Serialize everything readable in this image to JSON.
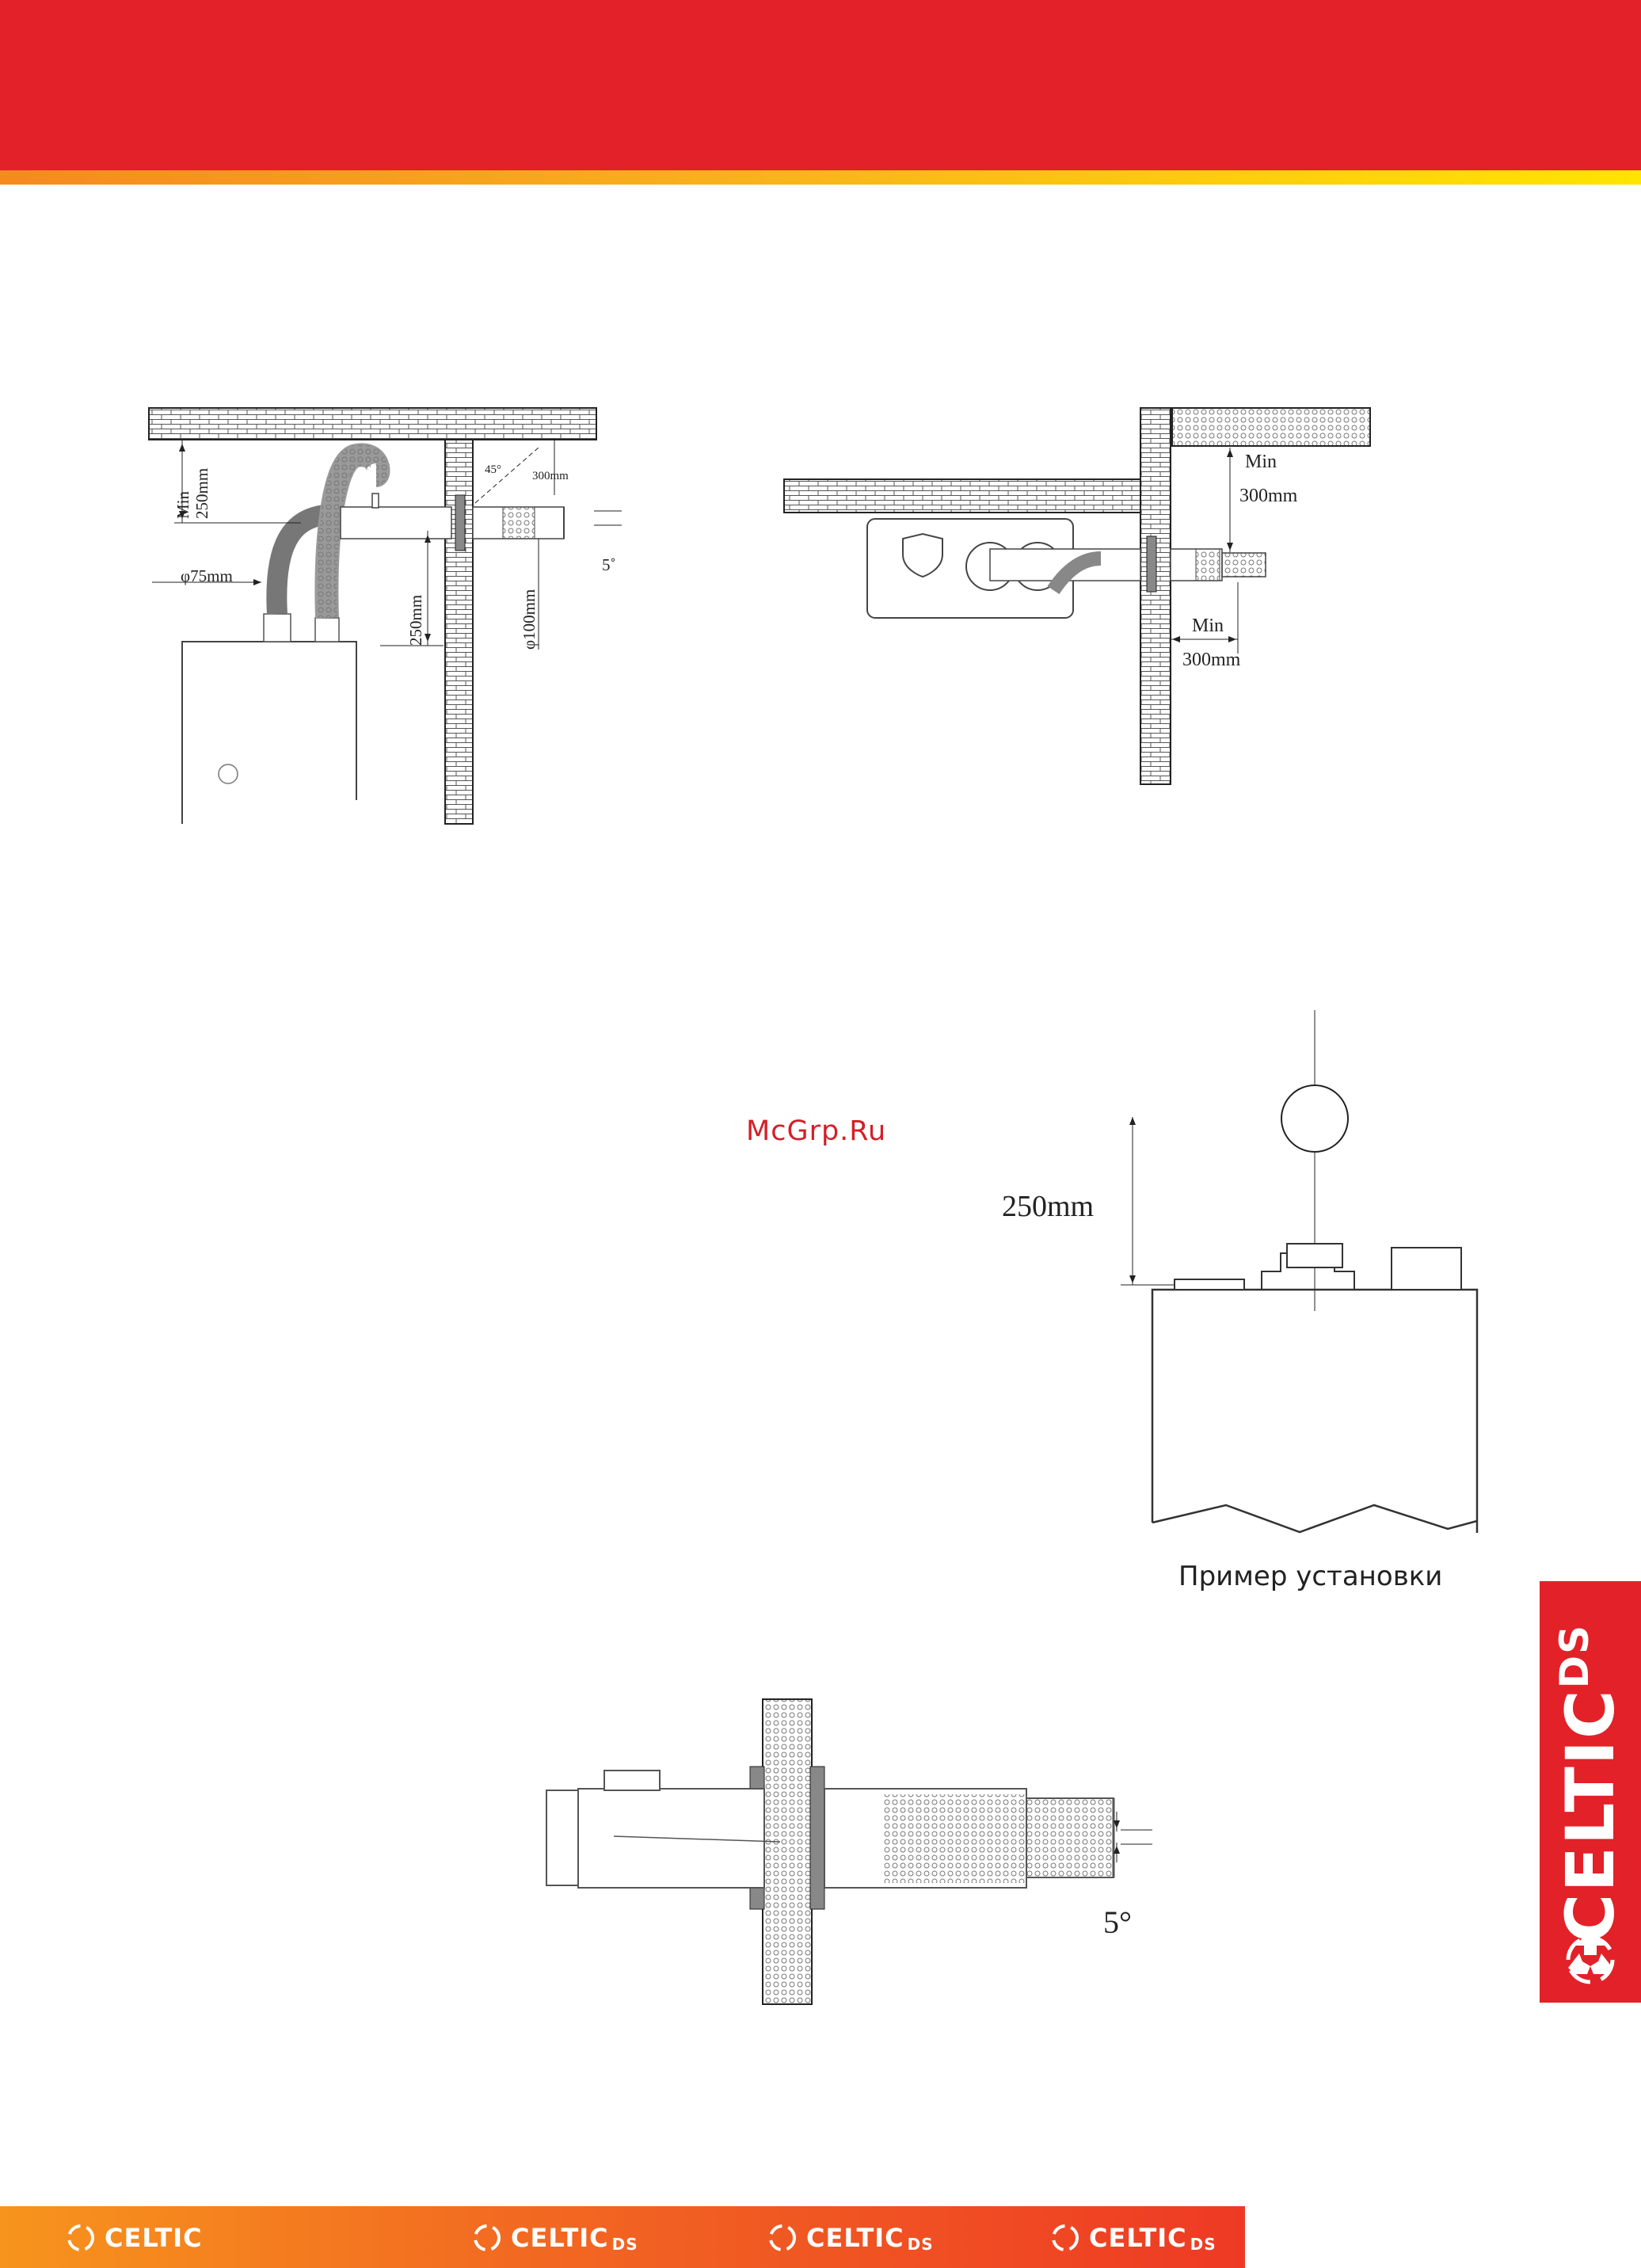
{
  "header": {
    "color": "#e32128",
    "stripe_colors": [
      "#f58a1f",
      "#ffe400"
    ]
  },
  "figure_left": {
    "labels": {
      "min": "Min",
      "min_height": "250mm",
      "angle": "45°",
      "distance": "300mm",
      "inlet_diam": "φ75mm",
      "height": "250mm",
      "outlet_diam": "φ100mm",
      "slope": "5˚"
    }
  },
  "figure_right": {
    "labels": {
      "min_top": "Min",
      "dist_top": "300mm",
      "min_bottom": "Min",
      "dist_bottom": "300mm"
    }
  },
  "figure_install": {
    "dimension": "250mm",
    "caption": "Пример установки"
  },
  "watermark": "McGrp.Ru",
  "figure_slope": {
    "angle": "5°"
  },
  "side_logo": {
    "brand": "CELTIC",
    "suffix": "DS",
    "color": "#e32128"
  },
  "footer": {
    "logos": [
      {
        "brand": "CELTIC",
        "suffix": ""
      },
      {
        "brand": "CELTIC",
        "suffix": "DS"
      },
      {
        "brand": "CELTIC",
        "suffix": "DS"
      },
      {
        "brand": "CELTIC",
        "suffix": "DS"
      }
    ]
  }
}
